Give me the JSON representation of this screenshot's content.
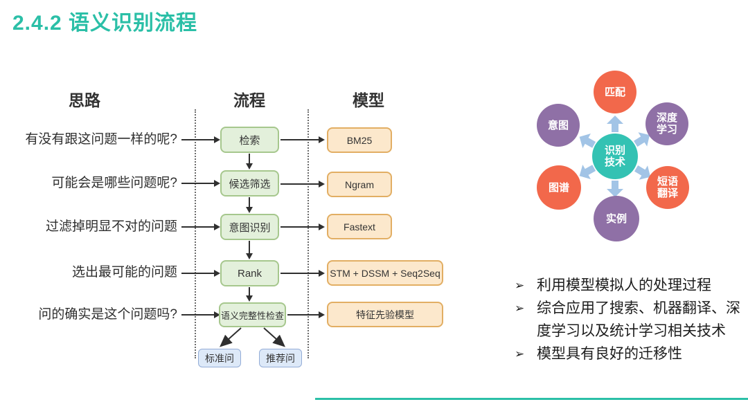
{
  "title": "2.4.2 语义识别流程",
  "colors": {
    "accent_teal": "#2bbfa7",
    "flow_box_fill": "#e3f0db",
    "flow_box_border": "#a6c78d",
    "model_box_fill": "#fce8cc",
    "model_box_border": "#e2ae63",
    "output_box_fill": "#dde9f8",
    "output_box_border": "#93acd7",
    "hub_center_fill": "#33c2b3",
    "hub_orange": "#f2684b",
    "hub_purple": "#8f70a6",
    "hub_arrow_blue": "#a2c4e6",
    "connector_dark": "#2f2f2f"
  },
  "columns": {
    "idea_label": "思路",
    "process_label": "流程",
    "model_label": "模型"
  },
  "flow_rows": [
    {
      "question": "有没有跟这问题一样的呢?",
      "step": "检索",
      "model": "BM25"
    },
    {
      "question": "可能会是哪些问题呢?",
      "step": "候选筛选",
      "model": "Ngram"
    },
    {
      "question": "过滤掉明显不对的问题",
      "step": "意图识别",
      "model": "Fastext"
    },
    {
      "question": "选出最可能的问题",
      "step": "Rank",
      "model": "STM + DSSM + Seq2Seq"
    },
    {
      "question": "问的确实是这个问题吗?",
      "step": "语义完整性检查",
      "model": "特征先验模型"
    }
  ],
  "outputs": [
    {
      "label": "标准问"
    },
    {
      "label": "推荐问"
    }
  ],
  "hub": {
    "center_label": "识别\n技术",
    "nodes": [
      {
        "label": "匹配",
        "color": "orange"
      },
      {
        "label": "深度\n学习",
        "color": "purple"
      },
      {
        "label": "短语\n翻译",
        "color": "orange"
      },
      {
        "label": "实例",
        "color": "purple"
      },
      {
        "label": "图谱",
        "color": "orange"
      },
      {
        "label": "意图",
        "color": "purple"
      }
    ]
  },
  "bullets": {
    "marker": "➢",
    "items": [
      "利用模型模拟人的处理过程",
      "综合应用了搜索、机器翻译、深度学习以及统计学习相关技术",
      "模型具有良好的迁移性"
    ]
  }
}
